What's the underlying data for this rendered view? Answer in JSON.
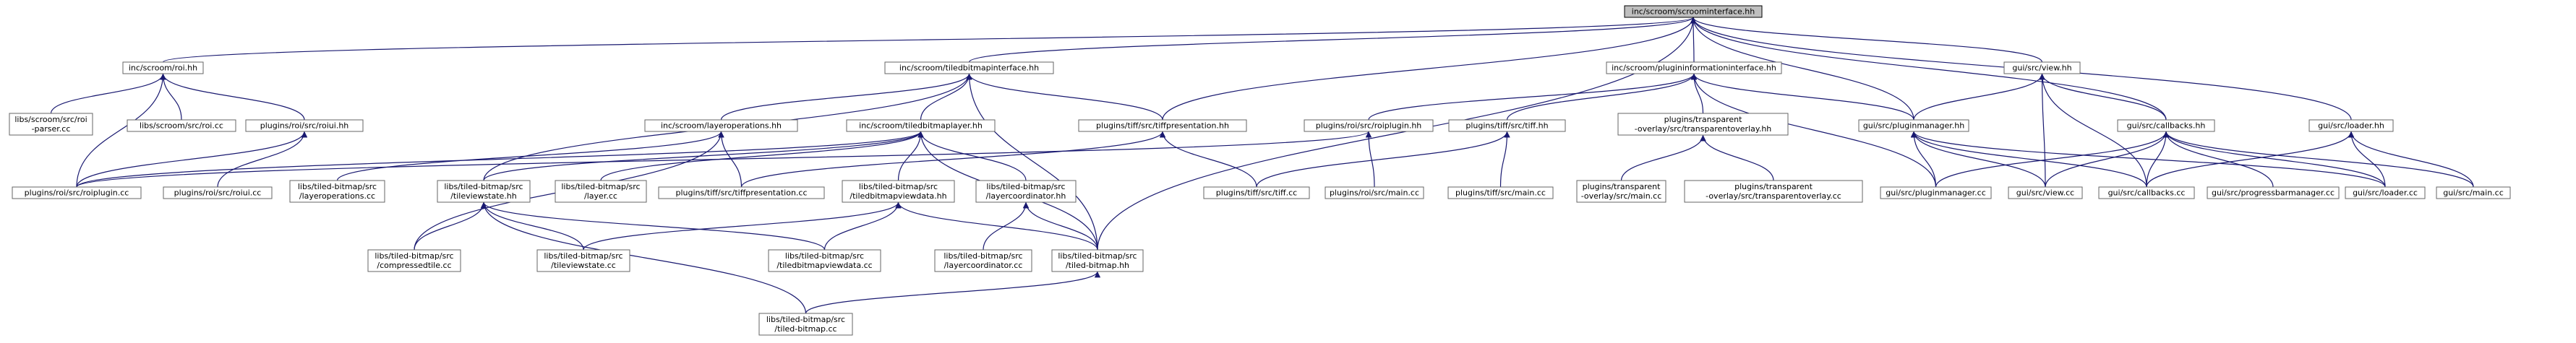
{
  "diagram": {
    "edge_color": "#191970",
    "root_fill": "#bfbfbf",
    "node_border": "#666666",
    "nodes": [
      {
        "id": "scroominterface",
        "lines": [
          "inc/scroom/scroominterface.hh"
        ],
        "root": true
      },
      {
        "id": "roi_hh",
        "lines": [
          "inc/scroom/roi.hh"
        ]
      },
      {
        "id": "tbi_hh",
        "lines": [
          "inc/scroom/tiledbitmapinterface.hh"
        ]
      },
      {
        "id": "pii_hh",
        "lines": [
          "inc/scroom/plugininformationinterface.hh"
        ]
      },
      {
        "id": "view_hh",
        "lines": [
          "gui/src/view.hh"
        ]
      },
      {
        "id": "loader_hh",
        "lines": [
          "gui/src/loader.hh"
        ]
      },
      {
        "id": "roi_parser",
        "lines": [
          "libs/scroom/src/roi",
          "-parser.cc"
        ]
      },
      {
        "id": "roi_cc",
        "lines": [
          "libs/scroom/src/roi.cc"
        ]
      },
      {
        "id": "roiui_hh",
        "lines": [
          "plugins/roi/src/roiui.hh"
        ]
      },
      {
        "id": "layerops_hh",
        "lines": [
          "inc/scroom/layeroperations.hh"
        ]
      },
      {
        "id": "tiledbitmaplayer_hh",
        "lines": [
          "inc/scroom/tiledbitmaplayer.hh"
        ]
      },
      {
        "id": "tiffpres_hh",
        "lines": [
          "plugins/tiff/src/tiffpresentation.hh"
        ]
      },
      {
        "id": "roiplugin_hh",
        "lines": [
          "plugins/roi/src/roiplugin.hh"
        ]
      },
      {
        "id": "tiff_hh",
        "lines": [
          "plugins/tiff/src/tiff.hh"
        ]
      },
      {
        "id": "transparent_hh",
        "lines": [
          "plugins/transparent",
          "-overlay/src/transparentoverlay.hh"
        ]
      },
      {
        "id": "pluginmanager_hh",
        "lines": [
          "gui/src/pluginmanager.hh"
        ]
      },
      {
        "id": "callbacks_hh",
        "lines": [
          "gui/src/callbacks.hh"
        ]
      },
      {
        "id": "roiplugin_cc",
        "lines": [
          "plugins/roi/src/roiplugin.cc"
        ]
      },
      {
        "id": "roiui_cc",
        "lines": [
          "plugins/roi/src/roiui.cc"
        ]
      },
      {
        "id": "layerops_cc",
        "lines": [
          "libs/tiled-bitmap/src",
          "/layeroperations.cc"
        ]
      },
      {
        "id": "tileviewstate_hh",
        "lines": [
          "libs/tiled-bitmap/src",
          "/tileviewstate.hh"
        ]
      },
      {
        "id": "layer_cc",
        "lines": [
          "libs/tiled-bitmap/src",
          "/layer.cc"
        ]
      },
      {
        "id": "tiffpres_cc",
        "lines": [
          "plugins/tiff/src/tiffpresentation.cc"
        ]
      },
      {
        "id": "tbviewdata_hh",
        "lines": [
          "libs/tiled-bitmap/src",
          "/tiledbitmapviewdata.hh"
        ]
      },
      {
        "id": "layercoord_hh",
        "lines": [
          "libs/tiled-bitmap/src",
          "/layercoordinator.hh"
        ]
      },
      {
        "id": "tiff_cc",
        "lines": [
          "plugins/tiff/src/tiff.cc"
        ]
      },
      {
        "id": "roi_main_cc",
        "lines": [
          "plugins/roi/src/main.cc"
        ]
      },
      {
        "id": "tiff_main_cc",
        "lines": [
          "plugins/tiff/src/main.cc"
        ]
      },
      {
        "id": "transp_main_cc",
        "lines": [
          "plugins/transparent",
          "-overlay/src/main.cc"
        ]
      },
      {
        "id": "transp_cc",
        "lines": [
          "plugins/transparent",
          "-overlay/src/transparentoverlay.cc"
        ]
      },
      {
        "id": "pluginmanager_cc",
        "lines": [
          "gui/src/pluginmanager.cc"
        ]
      },
      {
        "id": "view_cc",
        "lines": [
          "gui/src/view.cc"
        ]
      },
      {
        "id": "callbacks_cc",
        "lines": [
          "gui/src/callbacks.cc"
        ]
      },
      {
        "id": "progressbar_cc",
        "lines": [
          "gui/src/progressbarmanager.cc"
        ]
      },
      {
        "id": "loader_cc",
        "lines": [
          "gui/src/loader.cc"
        ]
      },
      {
        "id": "main_cc",
        "lines": [
          "gui/src/main.cc"
        ]
      },
      {
        "id": "compressedtile_cc",
        "lines": [
          "libs/tiled-bitmap/src",
          "/compressedtile.cc"
        ]
      },
      {
        "id": "tileviewstate_cc",
        "lines": [
          "libs/tiled-bitmap/src",
          "/tileviewstate.cc"
        ]
      },
      {
        "id": "tbviewdata_cc",
        "lines": [
          "libs/tiled-bitmap/src",
          "/tiledbitmapviewdata.cc"
        ]
      },
      {
        "id": "tiledbitmap_hh",
        "lines": [
          "libs/tiled-bitmap/src",
          "/tiled-bitmap.hh"
        ]
      },
      {
        "id": "layercoord_cc",
        "lines": [
          "libs/tiled-bitmap/src",
          "/layercoordinator.cc"
        ]
      },
      {
        "id": "tiledbitmap_cc",
        "lines": [
          "libs/tiled-bitmap/src",
          "/tiled-bitmap.cc"
        ]
      }
    ],
    "edges": [
      [
        "roi_hh",
        "scroominterface"
      ],
      [
        "tbi_hh",
        "scroominterface"
      ],
      [
        "pii_hh",
        "scroominterface"
      ],
      [
        "view_hh",
        "scroominterface"
      ],
      [
        "loader_hh",
        "scroominterface"
      ],
      [
        "tiffpres_hh",
        "scroominterface"
      ],
      [
        "pluginmanager_hh",
        "scroominterface"
      ],
      [
        "callbacks_hh",
        "scroominterface"
      ],
      [
        "tiledbitmap_hh",
        "scroominterface"
      ],
      [
        "roi_parser",
        "roi_hh"
      ],
      [
        "roi_cc",
        "roi_hh"
      ],
      [
        "roiui_hh",
        "roi_hh"
      ],
      [
        "roiplugin_cc",
        "roi_hh"
      ],
      [
        "roiplugin_cc",
        "roiui_hh"
      ],
      [
        "roiui_cc",
        "roiui_hh"
      ],
      [
        "layerops_hh",
        "tbi_hh"
      ],
      [
        "tiledbitmaplayer_hh",
        "tbi_hh"
      ],
      [
        "tiffpres_hh",
        "tbi_hh"
      ],
      [
        "tiledbitmap_hh",
        "tbi_hh"
      ],
      [
        "tileviewstate_hh",
        "tbi_hh"
      ],
      [
        "roiplugin_hh",
        "pii_hh"
      ],
      [
        "tiff_hh",
        "pii_hh"
      ],
      [
        "transparent_hh",
        "pii_hh"
      ],
      [
        "pluginmanager_hh",
        "pii_hh"
      ],
      [
        "pluginmanager_cc",
        "pii_hh"
      ],
      [
        "pluginmanager_hh",
        "view_hh"
      ],
      [
        "callbacks_hh",
        "view_hh"
      ],
      [
        "view_cc",
        "view_hh"
      ],
      [
        "callbacks_cc",
        "view_hh"
      ],
      [
        "callbacks_cc",
        "loader_hh"
      ],
      [
        "loader_cc",
        "loader_hh"
      ],
      [
        "main_cc",
        "loader_hh"
      ],
      [
        "layerops_cc",
        "layerops_hh"
      ],
      [
        "tiffpres_cc",
        "layerops_hh"
      ],
      [
        "compressedtile_cc",
        "layerops_hh"
      ],
      [
        "tileviewstate_hh",
        "tiledbitmaplayer_hh"
      ],
      [
        "layer_cc",
        "tiledbitmaplayer_hh"
      ],
      [
        "tbviewdata_hh",
        "tiledbitmaplayer_hh"
      ],
      [
        "layercoord_hh",
        "tiledbitmaplayer_hh"
      ],
      [
        "tiledbitmap_hh",
        "tiledbitmaplayer_hh"
      ],
      [
        "roiplugin_cc",
        "tiledbitmaplayer_hh"
      ],
      [
        "tiffpres_cc",
        "tiffpres_hh"
      ],
      [
        "tiff_cc",
        "tiffpres_hh"
      ],
      [
        "roiplugin_cc",
        "roiplugin_hh"
      ],
      [
        "roi_main_cc",
        "roiplugin_hh"
      ],
      [
        "tiff_cc",
        "tiff_hh"
      ],
      [
        "tiff_main_cc",
        "tiff_hh"
      ],
      [
        "transp_main_cc",
        "transparent_hh"
      ],
      [
        "transp_cc",
        "transparent_hh"
      ],
      [
        "pluginmanager_cc",
        "pluginmanager_hh"
      ],
      [
        "view_cc",
        "pluginmanager_hh"
      ],
      [
        "callbacks_cc",
        "pluginmanager_hh"
      ],
      [
        "loader_cc",
        "pluginmanager_hh"
      ],
      [
        "pluginmanager_cc",
        "callbacks_hh"
      ],
      [
        "view_cc",
        "callbacks_hh"
      ],
      [
        "callbacks_cc",
        "callbacks_hh"
      ],
      [
        "progressbar_cc",
        "callbacks_hh"
      ],
      [
        "loader_cc",
        "callbacks_hh"
      ],
      [
        "main_cc",
        "callbacks_hh"
      ],
      [
        "compressedtile_cc",
        "tileviewstate_hh"
      ],
      [
        "tileviewstate_cc",
        "tileviewstate_hh"
      ],
      [
        "tbviewdata_cc",
        "tileviewstate_hh"
      ],
      [
        "tiledbitmap_cc",
        "tileviewstate_hh"
      ],
      [
        "tileviewstate_cc",
        "tbviewdata_hh"
      ],
      [
        "tbviewdata_cc",
        "tbviewdata_hh"
      ],
      [
        "tiledbitmap_hh",
        "tbviewdata_hh"
      ],
      [
        "layercoord_cc",
        "layercoord_hh"
      ],
      [
        "tiledbitmap_hh",
        "layercoord_hh"
      ],
      [
        "tiledbitmap_cc",
        "tiledbitmap_hh"
      ]
    ]
  }
}
